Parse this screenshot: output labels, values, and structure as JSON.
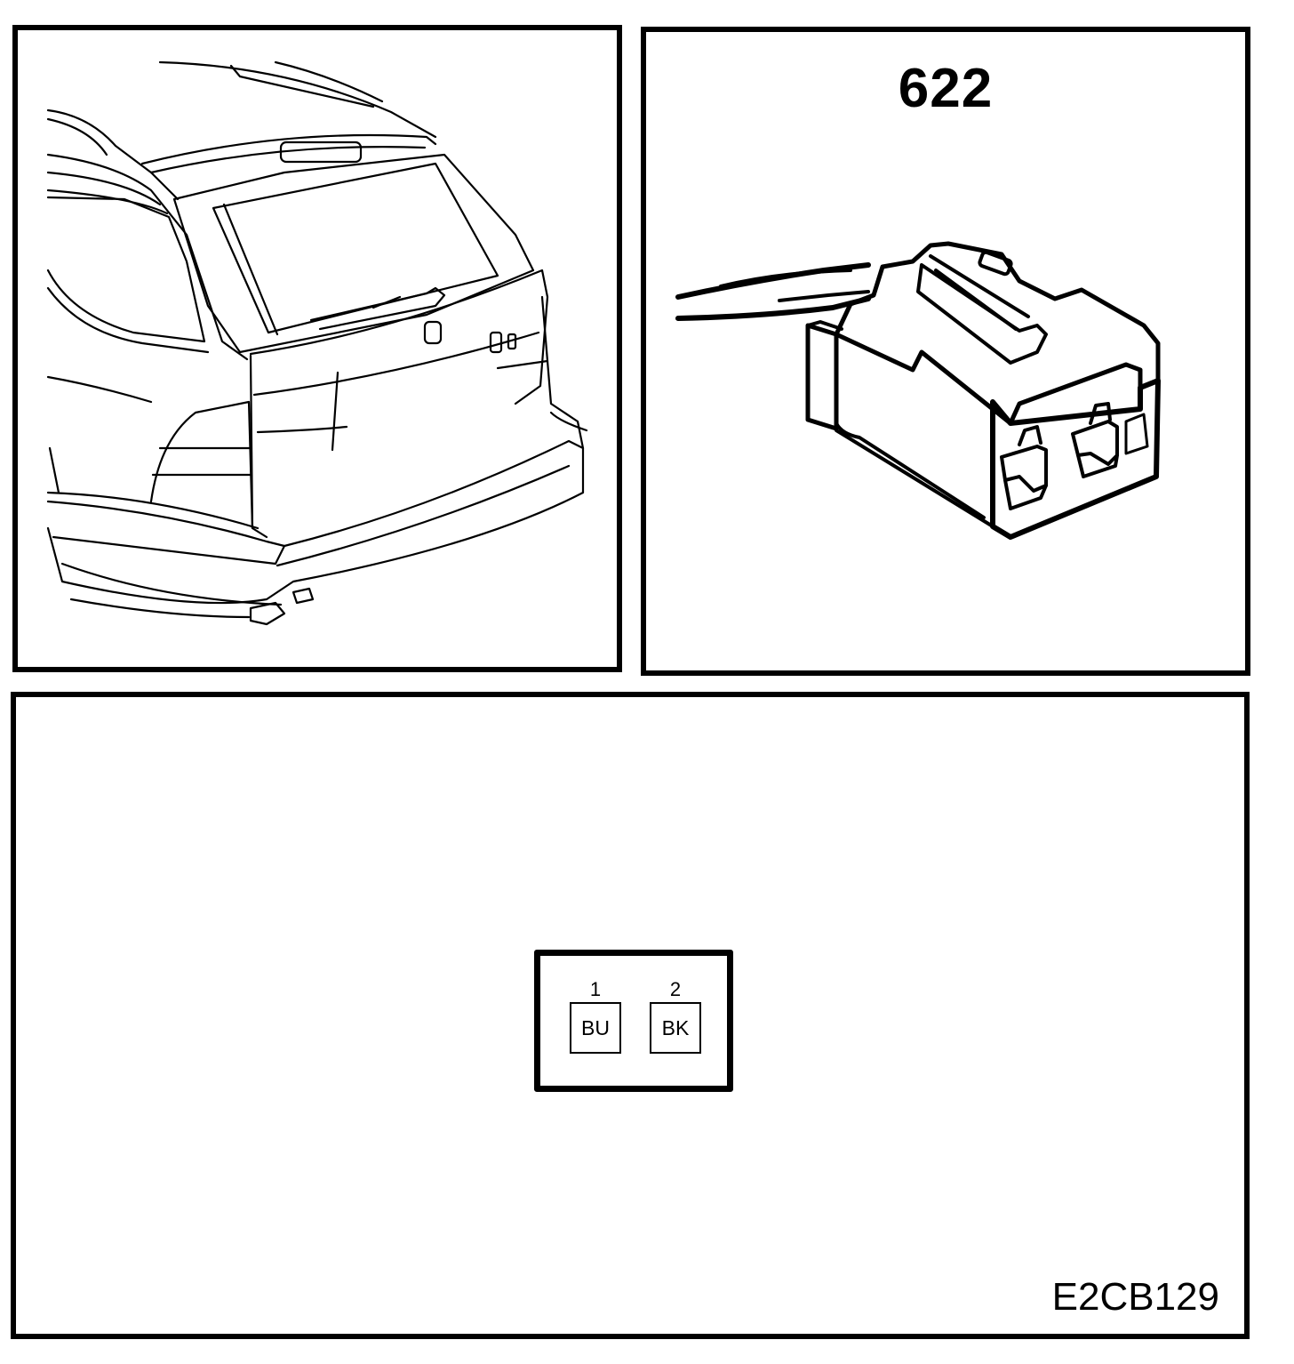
{
  "connector": {
    "id": "622",
    "pins": [
      {
        "number": "1",
        "color": "BU"
      },
      {
        "number": "2",
        "color": "BK"
      }
    ]
  },
  "figure_code": "E2CB129"
}
